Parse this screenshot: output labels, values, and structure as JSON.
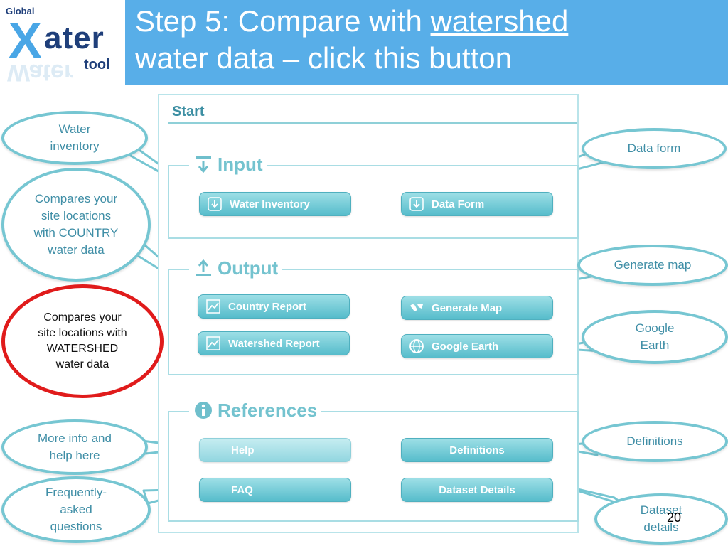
{
  "logo": {
    "global": "Global",
    "x": "X",
    "ater": "ater",
    "tool": "tool",
    "reflect": "Water"
  },
  "title": {
    "line1_prefix": "Step 5: Compare with ",
    "line1_link": "watershed",
    "line2": "water data – click this button"
  },
  "app": {
    "start_label": "Start",
    "input": {
      "title": "Input",
      "buttons": [
        {
          "label": "Water Inventory"
        },
        {
          "label": "Data Form"
        }
      ]
    },
    "output": {
      "title": "Output",
      "buttons": [
        {
          "label": "Country Report"
        },
        {
          "label": "Generate Map"
        },
        {
          "label": "Watershed Report"
        },
        {
          "label": "Google Earth"
        }
      ]
    },
    "references": {
      "title": "References",
      "buttons": [
        {
          "label": "Help"
        },
        {
          "label": "Definitions"
        },
        {
          "label": "FAQ"
        },
        {
          "label": "Dataset Details"
        }
      ]
    }
  },
  "callouts": {
    "water_inventory": "Water inventory",
    "compares_country": "Compares your site locations with COUNTRY water data",
    "compares_watershed": "Compares your site locations with WATERSHED water data",
    "more_info": "More info and help here",
    "faq": "Frequently-asked questions",
    "data_form": "Data form",
    "generate_map": "Generate map",
    "google_earth": "Google Earth",
    "definitions": "Definitions",
    "dataset_details": "Dataset details"
  },
  "page_number": "20",
  "colors": {
    "title_bar": "#58aee8",
    "button": "#56bccb",
    "callout_border": "#76c6d2",
    "highlight": "#e01b1b"
  }
}
